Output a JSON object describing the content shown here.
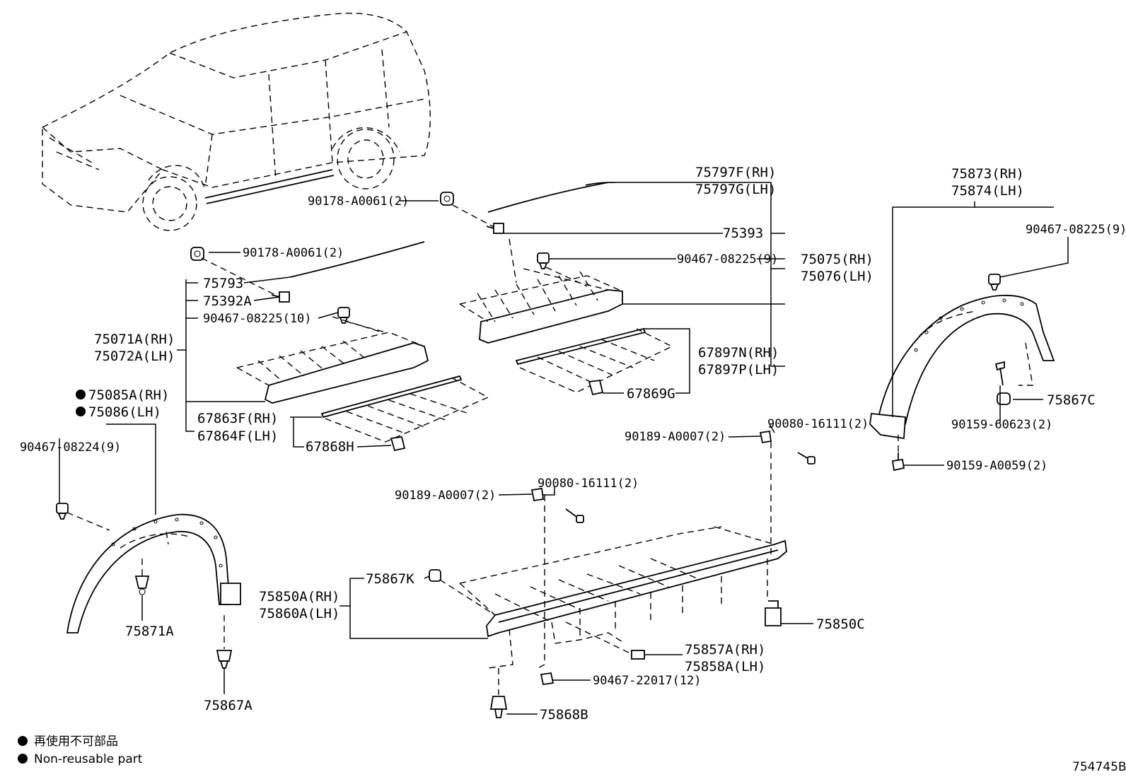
{
  "labels": {
    "p75797f": "75797F(RH)",
    "p75797g": "75797G(LH)",
    "p75873": "75873(RH)",
    "p75874": "75874(LH)",
    "p90178_top": "90178-A0061(2)",
    "p75393": "75393",
    "p90467_top_right": "90467-08225(9)",
    "p90467_mid": "90467-08225(9)",
    "p75075": "75075(RH)",
    "p75076": "75076(LH)",
    "p90178_mid": "90178-A0061(2)",
    "p75793": "75793",
    "p75392a": "75392A",
    "p90467_10": "90467-08225(10)",
    "p75071a": "75071A(RH)",
    "p75072a": "75072A(LH)",
    "p67897n": "67897N(RH)",
    "p67897p": "67897P(LH)",
    "p67869g": "67869G",
    "p75085a": "75085A(RH)",
    "p75086": "75086(LH)",
    "p67863f": "67863F(RH)",
    "p67864f": "67864F(LH)",
    "p67868h": "67868H",
    "p75867c": "75867C",
    "p90159_60623": "90159-60623(2)",
    "p90080_right": "90080-16111(2)",
    "p90189_right": "90189-A0007(2)",
    "p90467_08224": "90467-08224(9)",
    "p90159_a0059": "90159-A0059(2)",
    "p90080_mid": "90080-16111(2)",
    "p90189_mid": "90189-A0007(2)",
    "p75867k": "75867K",
    "p75850a": "75850A(RH)",
    "p75860a": "75860A(LH)",
    "p75850c": "75850C",
    "p75871a": "75871A",
    "p75857a": "75857A(RH)",
    "p75858a": "75858A(LH)",
    "p90467_22017": "90467-22017(12)",
    "p75867a": "75867A",
    "p75868b": "75868B"
  },
  "legend": {
    "line1": "再使用不可部品",
    "line2": "Non-reusable part"
  },
  "figure_id": "754745B"
}
